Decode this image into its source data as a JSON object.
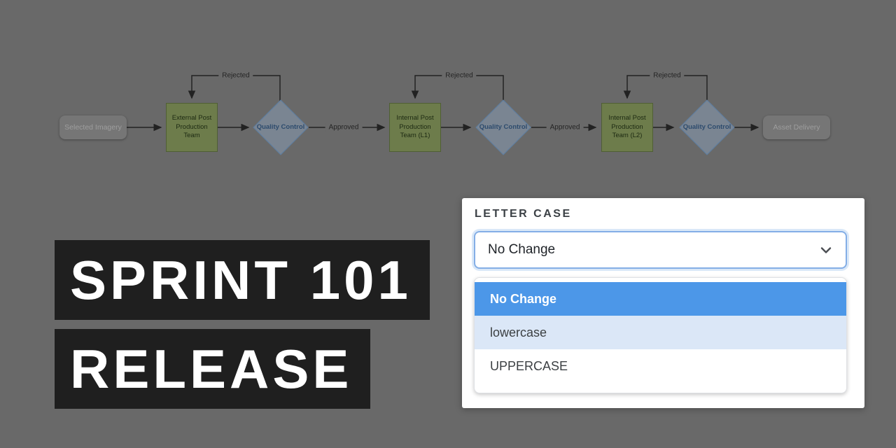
{
  "page": {
    "background_color": "#696969"
  },
  "flowchart": {
    "nodes": [
      {
        "id": "selected-imagery",
        "type": "terminal",
        "label": "Selected Imagery"
      },
      {
        "id": "external-post-production",
        "type": "process",
        "label": "External Post Production Team"
      },
      {
        "id": "quality-control-1",
        "type": "decision",
        "label": "Quality Control"
      },
      {
        "id": "internal-post-production-l1",
        "type": "process",
        "label": "Internal Post Production Team (L1)"
      },
      {
        "id": "quality-control-2",
        "type": "decision",
        "label": "Quality Control"
      },
      {
        "id": "internal-post-production-l2",
        "type": "process",
        "label": "Internal Post Production Team (L2)"
      },
      {
        "id": "quality-control-3",
        "type": "decision",
        "label": "Quality Control"
      },
      {
        "id": "asset-delivery",
        "type": "terminal",
        "label": "Asset Delivery"
      }
    ],
    "edge_labels": {
      "approved": "Approved",
      "rejected": "Rejected"
    },
    "colors": {
      "process_fill": "#6d7c4b",
      "process_border": "#4f5f34",
      "decision_fill": "#7a8592",
      "decision_border": "#5c7da1",
      "terminal_fill": "#767676",
      "connector": "#222222"
    }
  },
  "hero": {
    "line1": "SPRINT 101",
    "line2": "RELEASE",
    "block_color": "#1f1f1f",
    "text_color": "#ffffff"
  },
  "panel": {
    "label": "LETTER CASE",
    "select": {
      "value": "No Change"
    },
    "options": [
      {
        "label": "No Change",
        "state": "selected"
      },
      {
        "label": "lowercase",
        "state": "hovered"
      },
      {
        "label": "UPPERCASE",
        "state": "normal"
      }
    ],
    "colors": {
      "selected_option_bg": "#4c97e8",
      "hovered_option_bg": "#dbe7f7",
      "select_border": "#84aee6"
    }
  }
}
